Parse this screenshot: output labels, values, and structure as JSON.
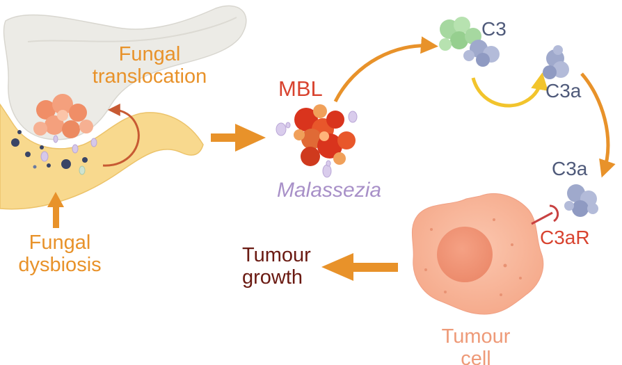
{
  "labels": {
    "fungal_translocation": [
      "Fungal",
      "translocation"
    ],
    "fungal_dysbiosis": [
      "Fungal",
      "dysbiosis"
    ],
    "mbl": "MBL",
    "malassezia": "Malassezia",
    "c3": "C3",
    "c3a_top": "C3a",
    "c3a_mid": "C3a",
    "c3ar": "C3aR",
    "tumour_growth": [
      "Tumour",
      "growth"
    ],
    "tumour_cell": [
      "Tumour",
      "cell"
    ]
  },
  "colors": {
    "arrow_orange": "#e8922a",
    "arrow_yellow": "#f2c42c",
    "pancreas_yellow": "#f8d98e",
    "mbl_red": "#d8432f",
    "protein_blue": "#9fa9cc",
    "c3_green": "#a6d8a0",
    "fungus_purple": "#c7b6dd",
    "tumour_salmon": "#f7b299"
  }
}
